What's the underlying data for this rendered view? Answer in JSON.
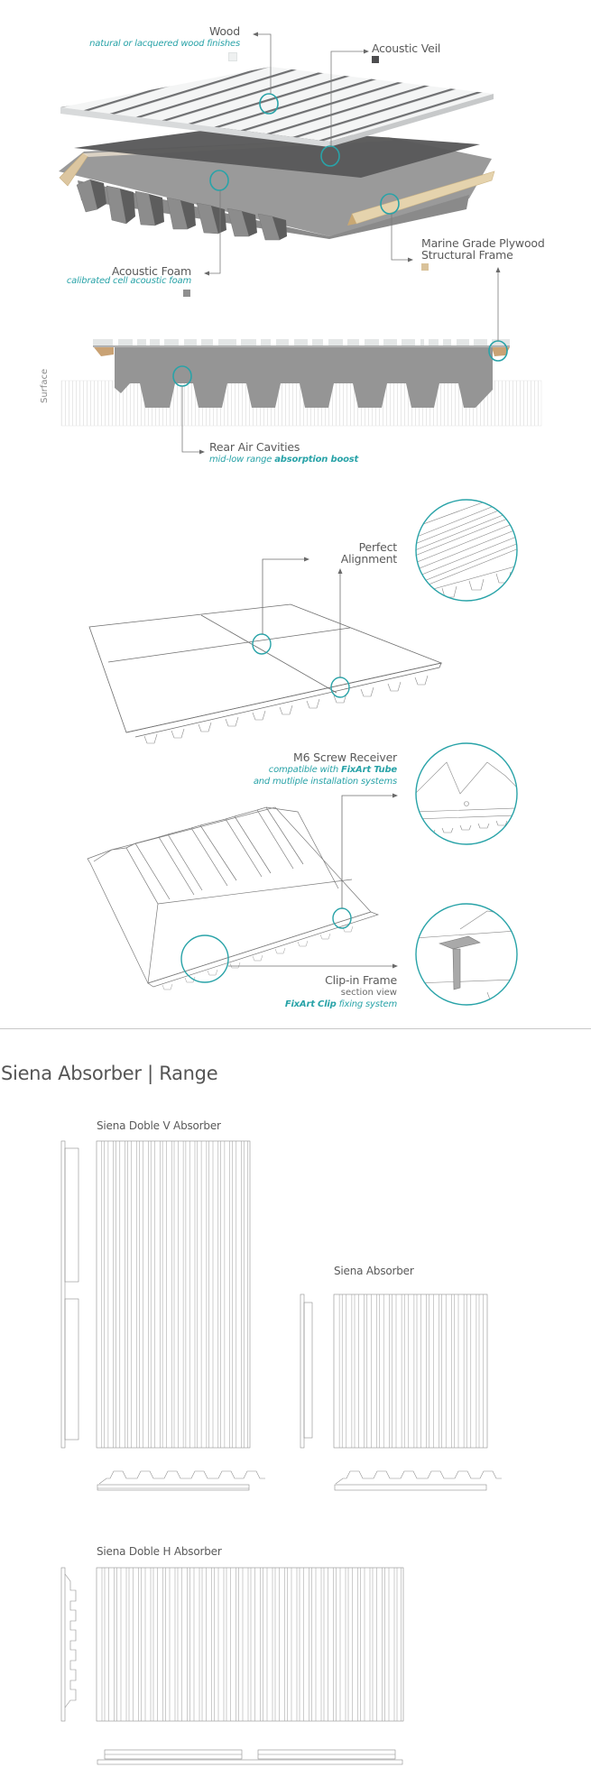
{
  "colors": {
    "accent_teal": "#29a3a8",
    "label_gray": "#5a5a5a",
    "wood_light": "#e9ecec",
    "veil_dark": "#58585a",
    "foam_gray": "#8f8f8f",
    "plywood_tan": "#d9c29a",
    "divider": "#c8c8c8"
  },
  "exploded_view": {
    "wood": {
      "label": "Wood",
      "sub": "natural or lacquered wood finishes",
      "swatch": "#e9ecec"
    },
    "veil": {
      "label": "Acoustic Veil",
      "swatch": "#4d4d4f"
    },
    "plywood": {
      "label_line1": "Marine Grade Plywood",
      "label_line2": "Structural Frame",
      "swatch": "#d9c29a"
    },
    "foam": {
      "label": "Acoustic Foam",
      "sub": "calibrated cell acoustic foam",
      "swatch": "#8f8f8f"
    }
  },
  "section_view": {
    "surface_label": "Surface",
    "cavities": {
      "label": "Rear Air Cavities",
      "sub_plain": "mid-low range ",
      "sub_bold": "absorption boost"
    }
  },
  "alignment_view": {
    "label_line1": "Perfect",
    "label_line2": "Alignment"
  },
  "mounting_view": {
    "screw": {
      "label": "M6 Screw Receiver",
      "sub1_plain": "compatible with ",
      "sub1_bold": "FixArt Tube",
      "sub2": "and mutliple installation systems"
    },
    "clip": {
      "label": "Clip-in Frame",
      "sub1": "section view",
      "sub2_bold": "FixArt Clip",
      "sub2_plain": " fixing system"
    }
  },
  "range": {
    "title": "Siena Absorber | Range",
    "products": [
      {
        "name": "Siena Doble V Absorber"
      },
      {
        "name": "Siena Absorber"
      },
      {
        "name": "Siena Doble H Absorber"
      }
    ]
  }
}
